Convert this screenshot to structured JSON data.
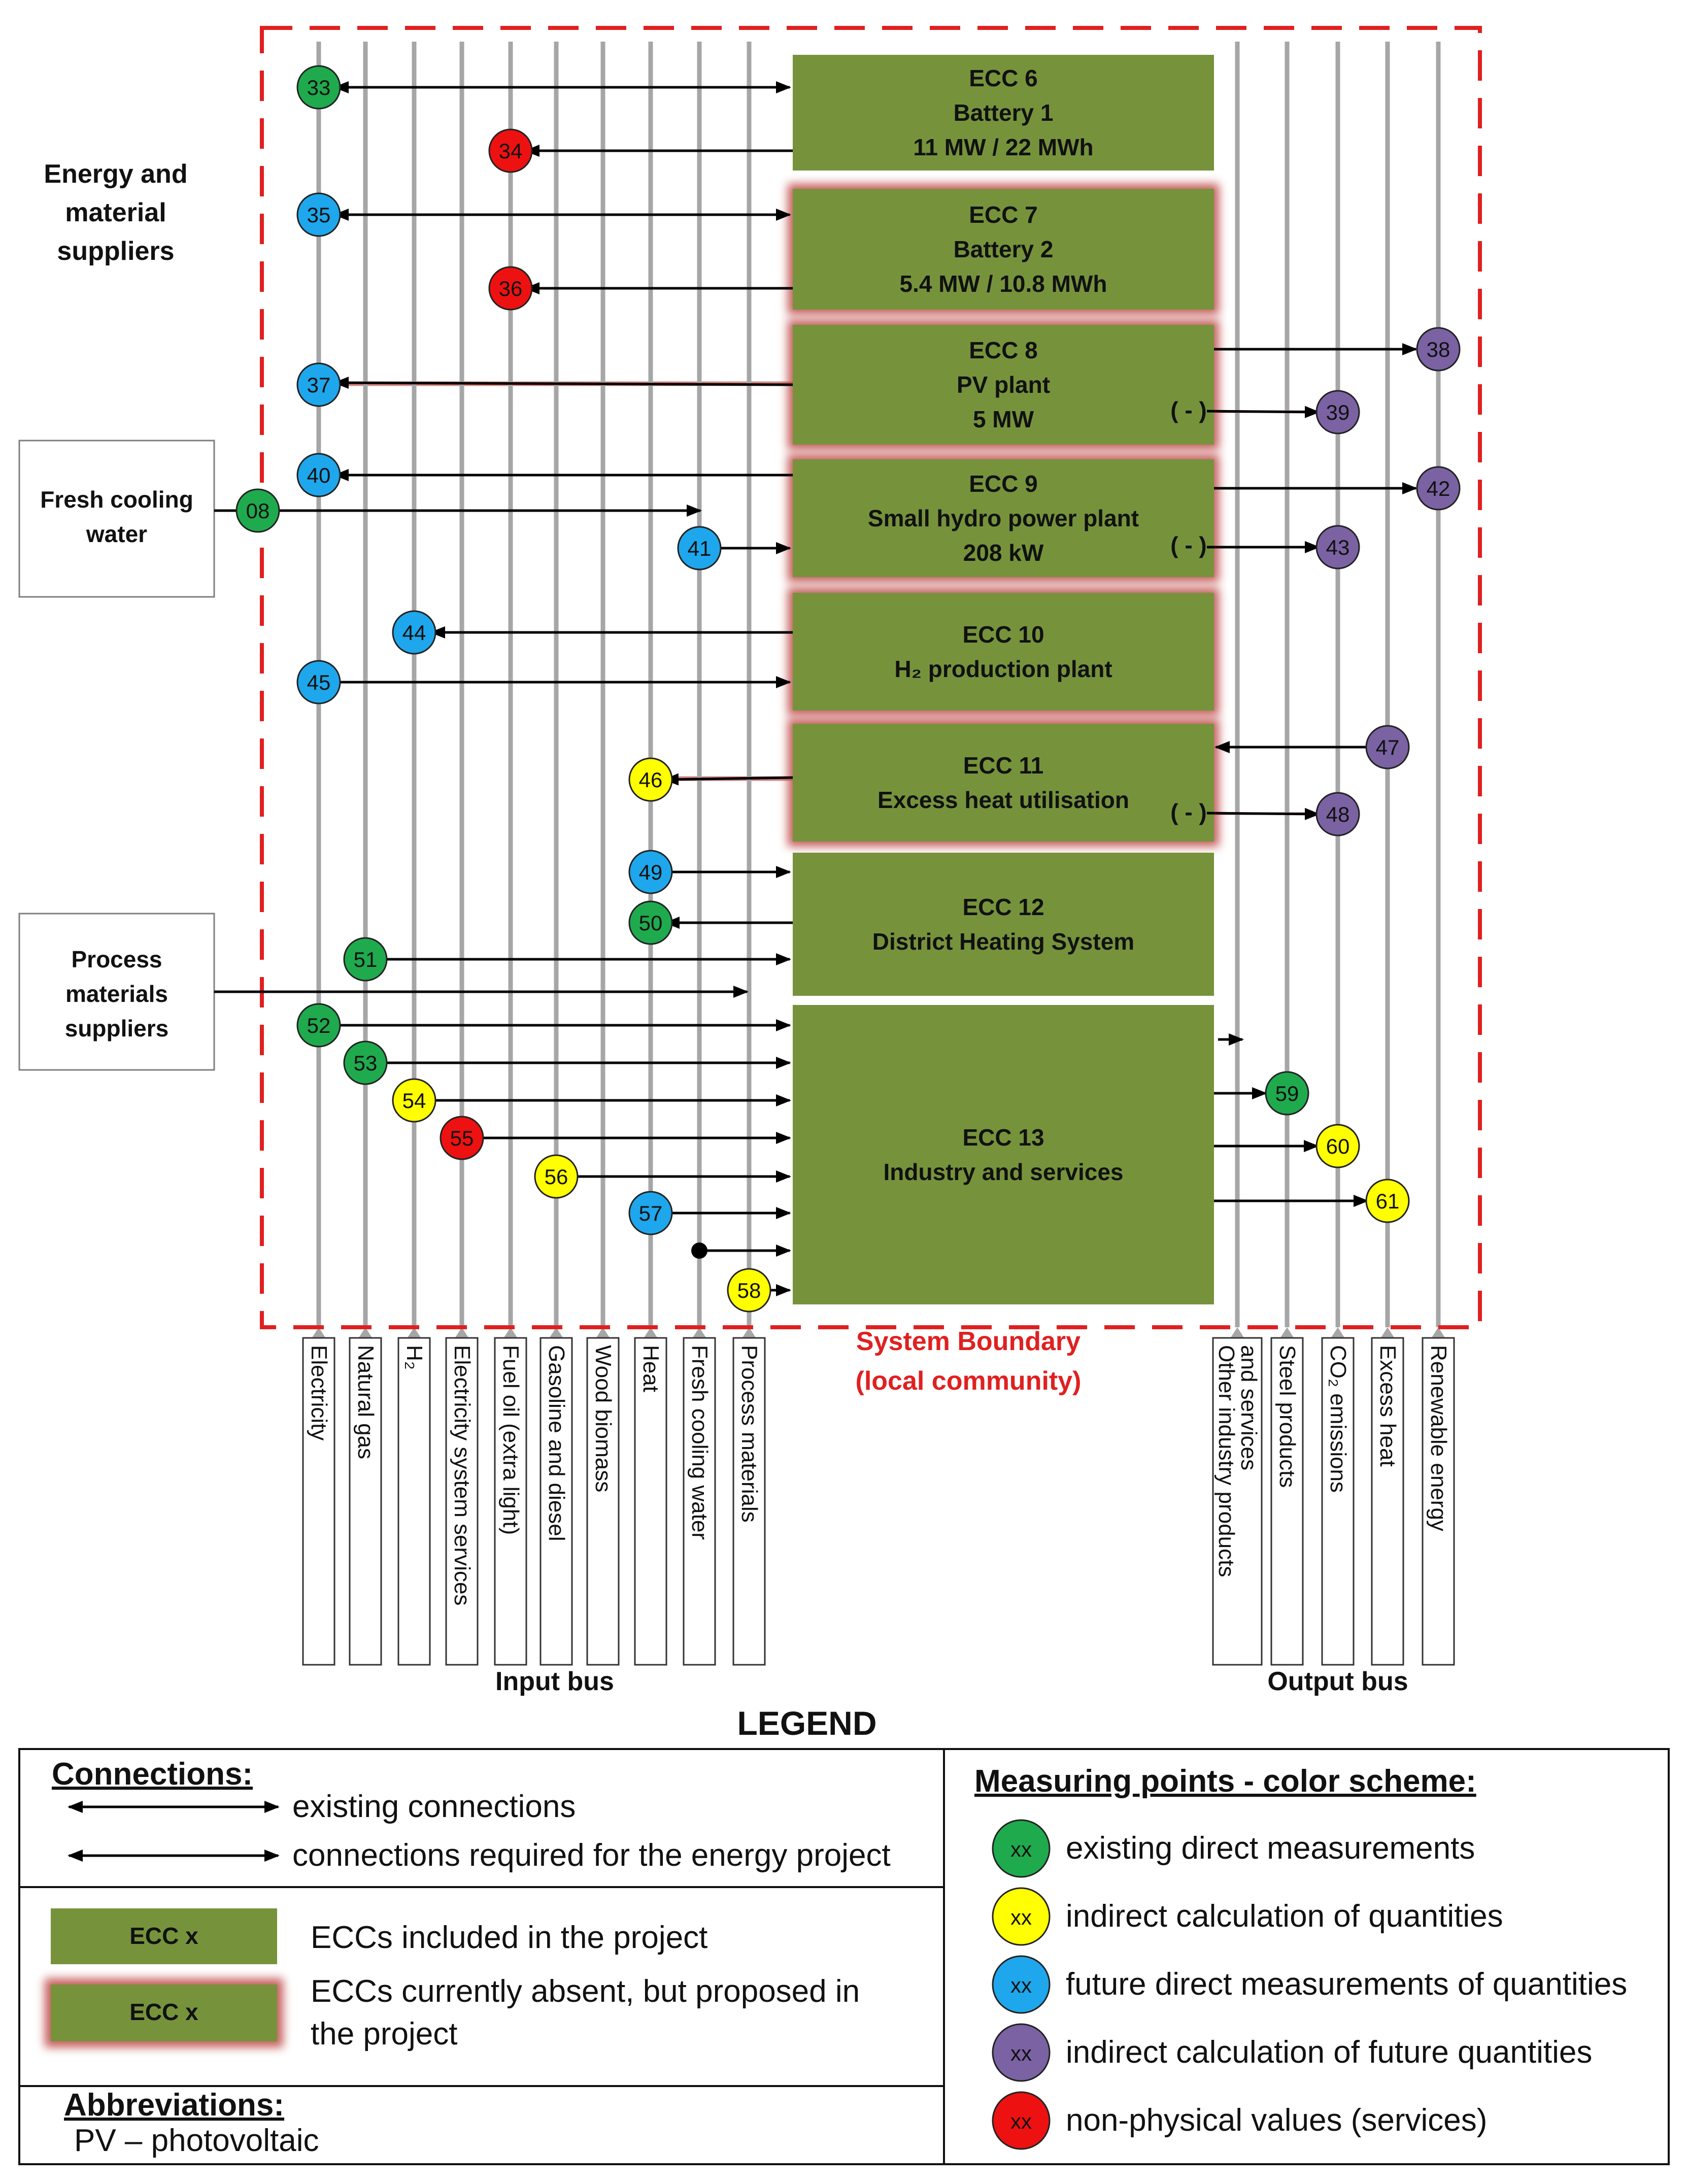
{
  "side_boxes": {
    "energy_suppliers": [
      "Energy and",
      "material",
      "suppliers"
    ],
    "fresh_cooling_water": [
      "Fresh cooling",
      "water"
    ],
    "process_materials": [
      "Process",
      "materials",
      "suppliers"
    ]
  },
  "eccs": [
    {
      "id": "ecc6",
      "lines": [
        "ECC 6",
        "Battery 1",
        "11 MW / 22 MWh"
      ],
      "proposed": false
    },
    {
      "id": "ecc7",
      "lines": [
        "ECC 7",
        "Battery 2",
        "5.4 MW / 10.8 MWh"
      ],
      "proposed": true
    },
    {
      "id": "ecc8",
      "lines": [
        "ECC 8",
        "PV plant",
        "5 MW"
      ],
      "proposed": true
    },
    {
      "id": "ecc9",
      "lines": [
        "ECC 9",
        "Small hydro power plant",
        "208 kW"
      ],
      "proposed": true
    },
    {
      "id": "ecc10",
      "lines": [
        "ECC 10",
        "H₂ production plant"
      ],
      "proposed": true
    },
    {
      "id": "ecc11",
      "lines": [
        "ECC 11",
        "Excess heat utilisation"
      ],
      "proposed": true
    },
    {
      "id": "ecc12",
      "lines": [
        "ECC 12",
        "District Heating System"
      ],
      "proposed": false
    },
    {
      "id": "ecc13",
      "lines": [
        "ECC 13",
        "Industry and services"
      ],
      "proposed": false
    }
  ],
  "minus_marker": "( - )",
  "input_bus": {
    "title": "Input bus",
    "labels": [
      "Electricity",
      "Natural gas",
      "H₂",
      "Electricity system services",
      "Fuel oil (extra light)",
      "Gasoline and diesel",
      "Wood biomass",
      "Heat",
      "Fresh cooling water",
      "Process materials"
    ]
  },
  "output_bus": {
    "title": "Output bus",
    "labels": [
      [
        "Other industry products",
        "and services"
      ],
      [
        "Steel products"
      ],
      [
        "CO₂ emissions"
      ],
      [
        "Excess heat"
      ],
      [
        "Renewable energy"
      ]
    ]
  },
  "system_boundary": [
    "System Boundary",
    "(local community)"
  ],
  "measuring_points": [
    {
      "label": "33",
      "type": "existing"
    },
    {
      "label": "34",
      "type": "services"
    },
    {
      "label": "35",
      "type": "future"
    },
    {
      "label": "36",
      "type": "services"
    },
    {
      "label": "37",
      "type": "future"
    },
    {
      "label": "38",
      "type": "future_calc"
    },
    {
      "label": "39",
      "type": "future_calc"
    },
    {
      "label": "40",
      "type": "future"
    },
    {
      "label": "08",
      "type": "existing"
    },
    {
      "label": "41",
      "type": "future"
    },
    {
      "label": "42",
      "type": "future_calc"
    },
    {
      "label": "43",
      "type": "future_calc"
    },
    {
      "label": "44",
      "type": "future"
    },
    {
      "label": "45",
      "type": "future"
    },
    {
      "label": "46",
      "type": "indirect"
    },
    {
      "label": "47",
      "type": "future_calc"
    },
    {
      "label": "48",
      "type": "future_calc"
    },
    {
      "label": "49",
      "type": "future"
    },
    {
      "label": "50",
      "type": "existing"
    },
    {
      "label": "51",
      "type": "existing"
    },
    {
      "label": "52",
      "type": "existing"
    },
    {
      "label": "53",
      "type": "existing"
    },
    {
      "label": "54",
      "type": "indirect"
    },
    {
      "label": "55",
      "type": "services"
    },
    {
      "label": "56",
      "type": "indirect"
    },
    {
      "label": "57",
      "type": "future"
    },
    {
      "label": "58",
      "type": "indirect"
    },
    {
      "label": "59",
      "type": "existing"
    },
    {
      "label": "60",
      "type": "indirect"
    },
    {
      "label": "61",
      "type": "indirect"
    }
  ],
  "colors": {
    "existing": "#1faa4e",
    "indirect": "#ffff00",
    "future": "#1ea7ec",
    "future_calc": "#7b62a3",
    "services": "#ee1111",
    "ecc_fill": "#76933c",
    "boundary": "#e02020",
    "glow": "#c0504d"
  },
  "legend": {
    "title": "LEGEND",
    "connections_heading": "Connections:",
    "existing_connections": "existing connections",
    "required_connections": "connections required for the energy project",
    "ecc_label": "ECC x",
    "ecc_included": "ECCs included in the project",
    "ecc_proposed": [
      "ECCs currently absent, but proposed in",
      "the project"
    ],
    "abbreviations_heading": "Abbreviations:",
    "abbreviation": "PV – photovoltaic",
    "measuring_heading": "Measuring points - color scheme:",
    "mp_sample": "xx",
    "mp_items": [
      {
        "type": "existing",
        "text": "existing direct measurements"
      },
      {
        "type": "indirect",
        "text": "indirect calculation of quantities"
      },
      {
        "type": "future",
        "text": "future direct measurements of quantities"
      },
      {
        "type": "future_calc",
        "text": "indirect calculation of future quantities"
      },
      {
        "type": "services",
        "text": "non-physical values (services)"
      }
    ]
  }
}
